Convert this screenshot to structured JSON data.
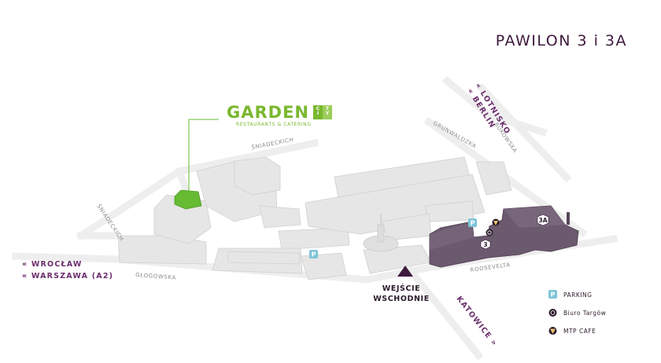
{
  "title": "PAWILON 3 i 3A",
  "logo": {
    "main": "GARDEN",
    "city": [
      "C",
      "I",
      "T",
      "Y"
    ],
    "tagline": "RESTAURANTS & CATERING"
  },
  "streets": {
    "sniadeckich_top": "ŚNIADECKICH",
    "sniadeckich_left": "ŚNIADECKICH",
    "grunwaldzka": "GRUNWALDZKA",
    "bukowska": "BUKOWSKA",
    "glogowska": "GŁOGOWSKA",
    "roosevelta": "ROOSEVELTA"
  },
  "directions": {
    "lotnisko": "« LOTNISKO",
    "berlin": "« BERLIN",
    "wroclaw": "« WROCŁAW",
    "warszawa": "« WARSZAWA (A2)",
    "katowice": "KATOWICE »"
  },
  "entrance": {
    "line1": "WEJŚCIE",
    "line2": "WSCHODNIE"
  },
  "pavilions": {
    "p3": "3",
    "p3a": "3A"
  },
  "legend": [
    {
      "icon": "parking-icon",
      "label": "PARKING"
    },
    {
      "icon": "info-desk-icon",
      "label": "Biuro Targów"
    },
    {
      "icon": "cafe-icon",
      "label": "MTP CAFE"
    }
  ],
  "parking_letter": "P",
  "colors": {
    "highlight": "#6b5a6e",
    "garden_green": "#7ab82f",
    "road_label": "#6b2d6b",
    "building": "#e6e6e6"
  }
}
